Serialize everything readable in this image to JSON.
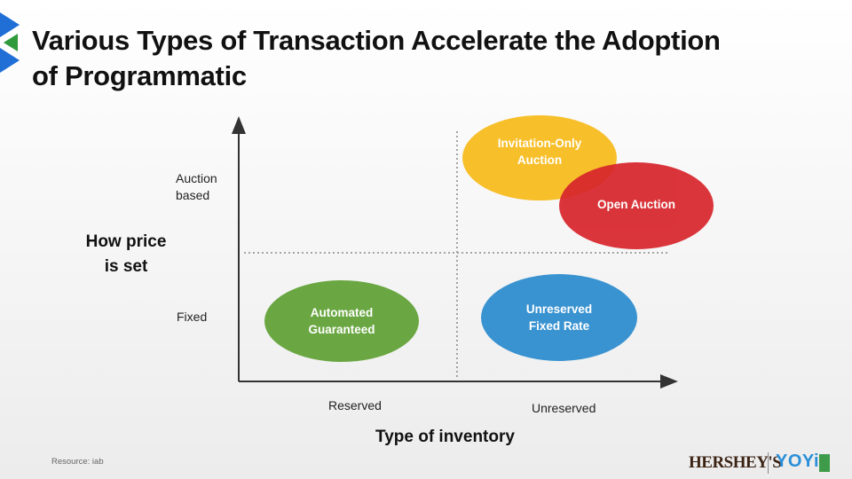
{
  "title": "Various Types of Transaction  Accelerate the Adoption\nof Programmatic",
  "y_axis": {
    "label": "How price\nis set",
    "levels": [
      "Auction\nbased",
      "Fixed"
    ]
  },
  "x_axis": {
    "label": "Type of inventory",
    "levels": [
      "Reserved",
      "Unreserved"
    ]
  },
  "bubbles": {
    "automated_guaranteed": "Automated\nGuaranteed",
    "unreserved_fixed_rate": "Unreserved\nFixed Rate",
    "invitation_only_auction": "Invitation-Only\nAuction",
    "open_auction": "Open Auction"
  },
  "colors": {
    "green": "#6aa742",
    "blue": "#3a93d1",
    "yellow": "#f7bf2a",
    "red": "#d7262c",
    "accent_blue": "#1f6fd6",
    "accent_green": "#2e9a3c"
  },
  "footer": {
    "source": "Resource: iab",
    "logo_hersheys": "HERSHEY'S",
    "logo_yoyi": "YOYi"
  }
}
